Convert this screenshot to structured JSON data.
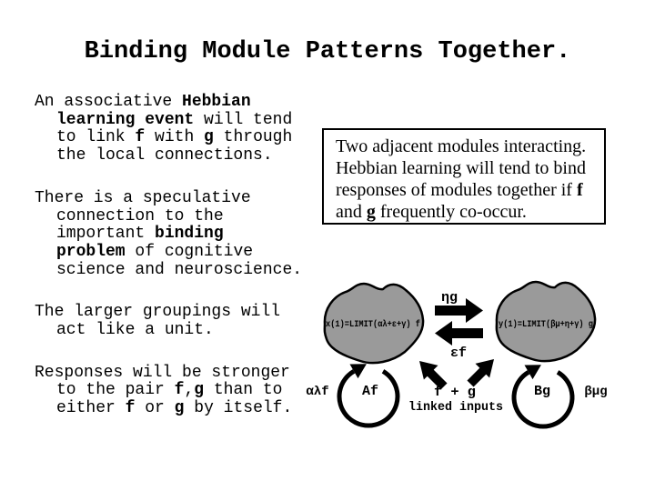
{
  "slide": {
    "title": "Binding Module Patterns Together.",
    "colors": {
      "background": "#ffffff",
      "text": "#000000",
      "blob_fill": "#9a9a9a",
      "line": "#000000"
    }
  },
  "paragraphs": [
    {
      "lines": [
        [
          {
            "t": "An associative ",
            "b": false
          },
          {
            "t": "Hebbian",
            "b": true
          }
        ],
        [
          {
            "t": "learning event",
            "b": true
          },
          {
            "t": " will tend",
            "b": false
          }
        ],
        [
          {
            "t": "to link ",
            "b": false
          },
          {
            "t": "f",
            "b": true
          },
          {
            "t": " with ",
            "b": false
          },
          {
            "t": "g",
            "b": true
          },
          {
            "t": " through",
            "b": false
          }
        ],
        [
          {
            "t": "the local connections.",
            "b": false
          }
        ]
      ]
    },
    {
      "lines": [
        [
          {
            "t": "There is a speculative",
            "b": false
          }
        ],
        [
          {
            "t": "connection to the",
            "b": false
          }
        ],
        [
          {
            "t": "important ",
            "b": false
          },
          {
            "t": "binding",
            "b": true
          }
        ],
        [
          {
            "t": "problem",
            "b": true
          },
          {
            "t": " of cognitive",
            "b": false
          }
        ],
        [
          {
            "t": "science and neuroscience.",
            "b": false
          }
        ]
      ]
    },
    {
      "lines": [
        [
          {
            "t": "The larger groupings will",
            "b": false
          }
        ],
        [
          {
            "t": "act like a unit.",
            "b": false
          }
        ]
      ]
    },
    {
      "lines": [
        [
          {
            "t": "Responses will be stronger",
            "b": false
          }
        ],
        [
          {
            "t": "to the pair ",
            "b": false
          },
          {
            "t": "f",
            "b": true
          },
          {
            "t": ",",
            "b": false
          },
          {
            "t": "g",
            "b": true
          },
          {
            "t": " than to",
            "b": false
          }
        ],
        [
          {
            "t": "either ",
            "b": false
          },
          {
            "t": "f",
            "b": true
          },
          {
            "t": " or ",
            "b": false
          },
          {
            "t": "g",
            "b": true
          },
          {
            "t": " by itself.",
            "b": false
          }
        ]
      ]
    }
  ],
  "callout_box": {
    "lines": [
      [
        {
          "t": "Two adjacent modules interacting.",
          "b": false
        }
      ],
      [
        {
          "t": "Hebbian learning will tend to bind",
          "b": false
        }
      ],
      [
        {
          "t": "responses of modules together if ",
          "b": false
        },
        {
          "t": "f",
          "b": true
        }
      ],
      [
        {
          "t": "and ",
          "b": false
        },
        {
          "t": "g",
          "b": true
        },
        {
          "t": " frequently co-occur.",
          "b": false
        }
      ]
    ]
  },
  "diagram": {
    "left_module_formula": "x(1)=LIMIT(αλ+ε+γ) f",
    "right_module_formula": "y(1)=LIMIT(βμ+η+γ) g",
    "top_arrow_label": "ηg",
    "bottom_arrow_label": "εf",
    "left_loop_inner_label": "Af",
    "left_loop_outer_label": "αλf",
    "right_loop_inner_label": "Bg",
    "right_loop_outer_label": "βμg",
    "linked_inputs_line1": "f + g",
    "linked_inputs_line2": "linked inputs"
  }
}
